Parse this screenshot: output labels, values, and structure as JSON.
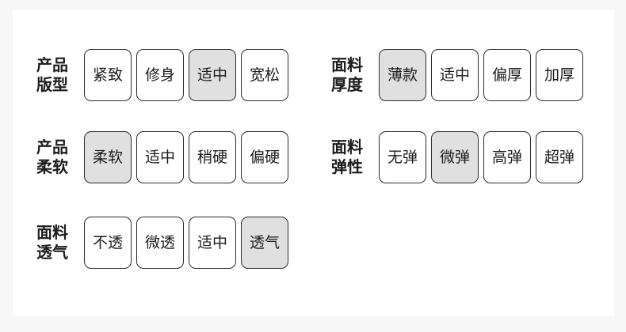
{
  "theme": {
    "page_background": "#f7f7f7",
    "card_background": "#ffffff",
    "border_color": "#2b2b2b",
    "text_color": "#1c1c1c",
    "selected_background": "#e0e0e0"
  },
  "groups": [
    {
      "id": "product-fit",
      "label_line1": "产品",
      "label_line2": "版型",
      "column": "left",
      "row": 1,
      "options": [
        {
          "label": "紧致",
          "selected": false
        },
        {
          "label": "修身",
          "selected": false
        },
        {
          "label": "适中",
          "selected": true
        },
        {
          "label": "宽松",
          "selected": false
        }
      ]
    },
    {
      "id": "fabric-thickness",
      "label_line1": "面料",
      "label_line2": "厚度",
      "column": "right",
      "row": 1,
      "options": [
        {
          "label": "薄款",
          "selected": true
        },
        {
          "label": "适中",
          "selected": false
        },
        {
          "label": "偏厚",
          "selected": false
        },
        {
          "label": "加厚",
          "selected": false
        }
      ]
    },
    {
      "id": "product-softness",
      "label_line1": "产品",
      "label_line2": "柔软",
      "column": "left",
      "row": 2,
      "options": [
        {
          "label": "柔软",
          "selected": true
        },
        {
          "label": "适中",
          "selected": false
        },
        {
          "label": "稍硬",
          "selected": false
        },
        {
          "label": "偏硬",
          "selected": false
        }
      ]
    },
    {
      "id": "fabric-elasticity",
      "label_line1": "面料",
      "label_line2": "弹性",
      "column": "right",
      "row": 2,
      "options": [
        {
          "label": "无弹",
          "selected": false
        },
        {
          "label": "微弹",
          "selected": true
        },
        {
          "label": "高弹",
          "selected": false
        },
        {
          "label": "超弹",
          "selected": false
        }
      ]
    },
    {
      "id": "fabric-breathability",
      "label_line1": "面料",
      "label_line2": "透气",
      "column": "left",
      "row": 3,
      "options": [
        {
          "label": "不透",
          "selected": false
        },
        {
          "label": "微透",
          "selected": false
        },
        {
          "label": "适中",
          "selected": false
        },
        {
          "label": "透气",
          "selected": true
        }
      ]
    }
  ]
}
